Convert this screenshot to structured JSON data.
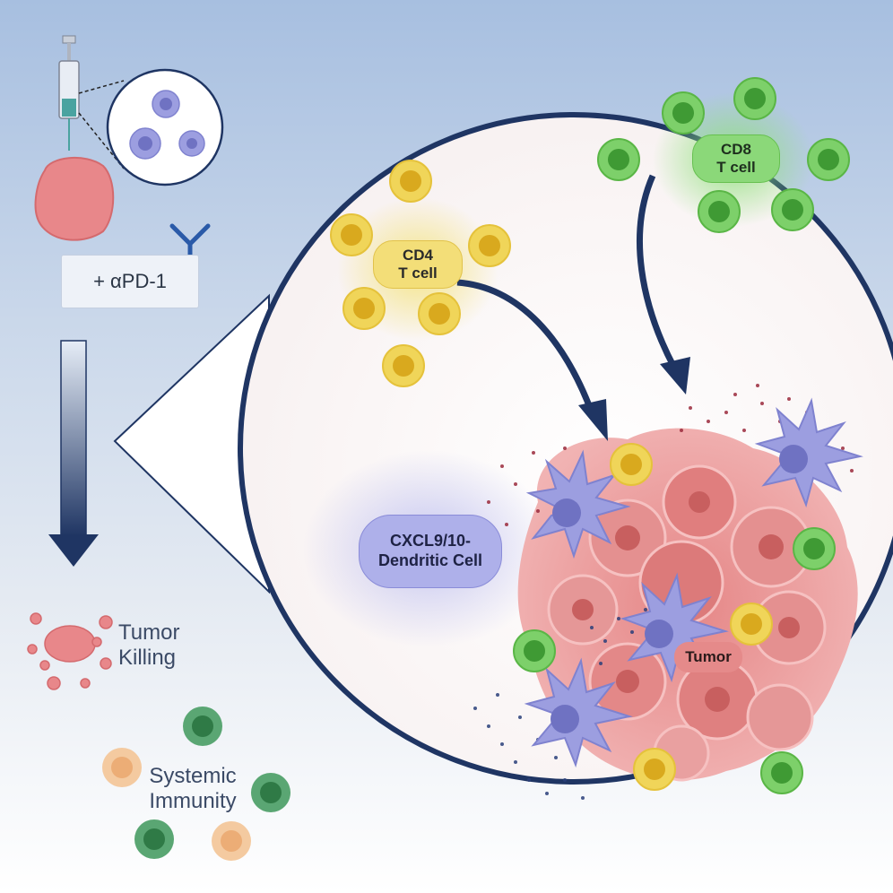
{
  "treatment": {
    "drug_label": "+ αPD-1"
  },
  "outcomes": {
    "tumor_killing": "Tumor\nKilling",
    "systemic_immunity": "Systemic\nImmunity"
  },
  "cells": {
    "cd4": "CD4\nT cell",
    "cd8": "CD8\nT cell",
    "dendritic": "CXCL9/10-\nDendritic Cell",
    "tumor": "Tumor"
  },
  "colors": {
    "cd4_yellow": "#e8c53a",
    "cd8_green": "#6fc55a",
    "dendritic_purple": "#9c9ee0",
    "tumor_red": "#e88c8c",
    "arrow_navy": "#1f3563"
  }
}
